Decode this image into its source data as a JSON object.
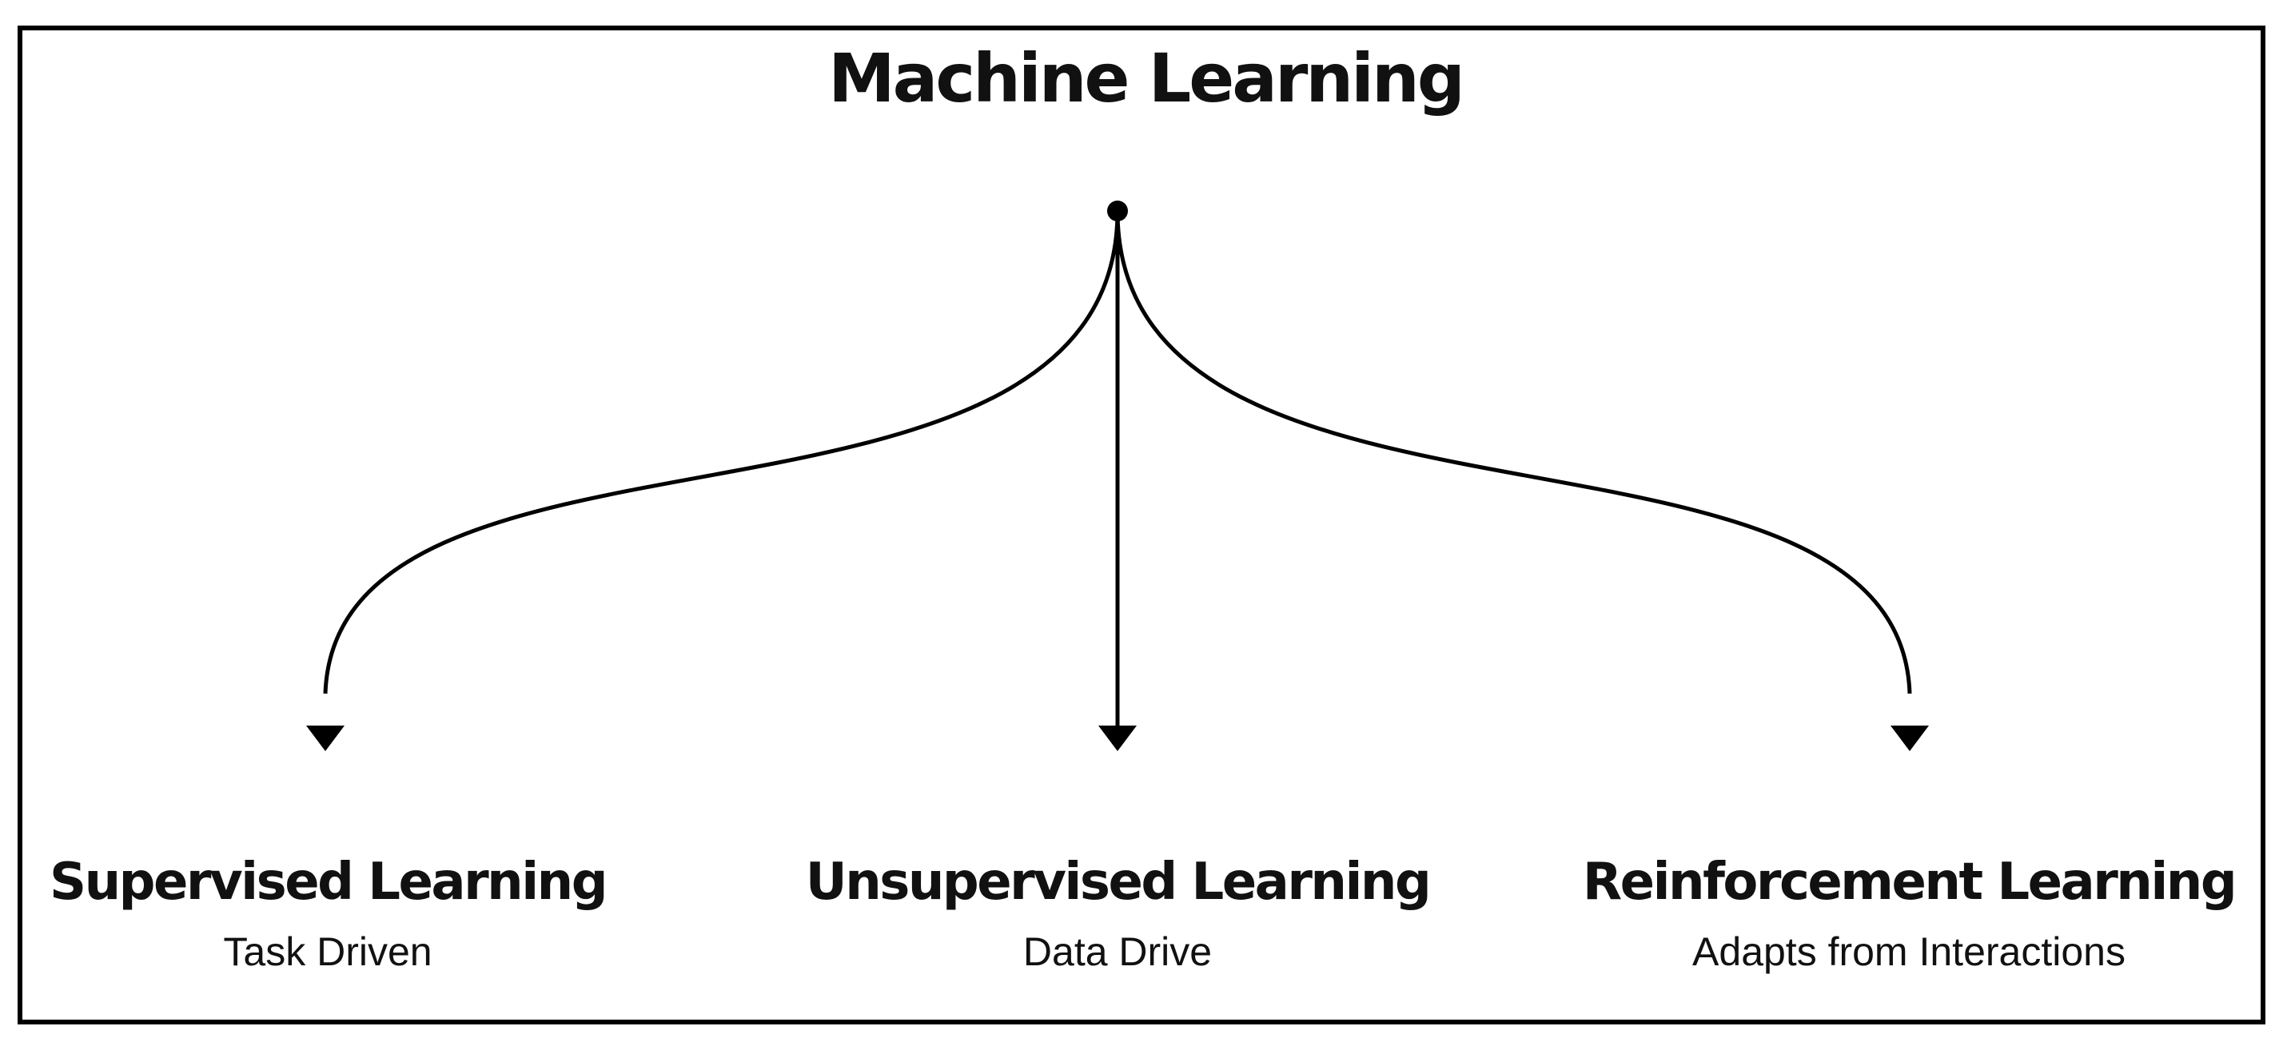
{
  "title": "Machine Learning",
  "branches": [
    {
      "label": "Supervised Learning",
      "sub": "Task Driven"
    },
    {
      "label": "Unsupervised Learning",
      "sub": "Data Drive"
    },
    {
      "label": "Reinforcement Learning",
      "sub": "Adapts from Interactions"
    }
  ],
  "colors": {
    "stroke": "#000000",
    "text": "#111111",
    "background": "#ffffff"
  }
}
